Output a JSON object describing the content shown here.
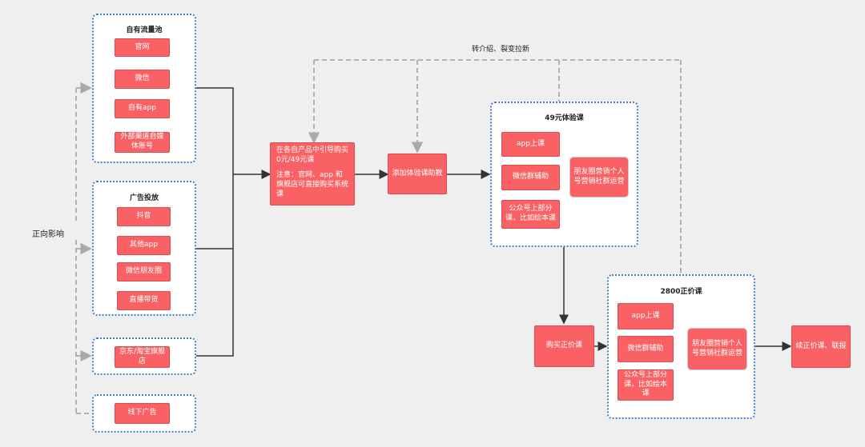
{
  "groups": {
    "own_traffic": {
      "title": "自有流量池",
      "items": [
        "官网",
        "微信",
        "自有app",
        "外部渠道自媒体账号"
      ]
    },
    "ads": {
      "title": "广告投放",
      "items": [
        "抖音",
        "其他app",
        "微信朋友圈",
        "直播带货"
      ]
    },
    "jd": {
      "items": [
        "京东/淘宝旗舰店"
      ]
    },
    "offline": {
      "items": [
        "线下广告"
      ]
    },
    "trial": {
      "title": "49元体验课",
      "items": [
        "app上课",
        "微信群辅助",
        "公众号上部分课，比如绘本课"
      ],
      "side": "朋友圈营销个人号营销社群运营"
    },
    "full": {
      "title": "2800正价课",
      "items": [
        "app上课",
        "微信群辅助",
        "公众号上部分课，比如绘本课"
      ],
      "side": "朋友圈营销个人号营销社群运营"
    }
  },
  "nodes": {
    "guide_title": "在各自产品中引导购买0元/49元课",
    "guide_note": "注意：官网、app 和旗舰店可直接购买系统课",
    "add_assistant": "添加体验课助教",
    "buy": "购买正价课",
    "renew": "续正价课、联报"
  },
  "labels": {
    "positive": "正向影响",
    "referral": "转介绍、裂变拉新"
  },
  "colors": {
    "node_fill": "#f96165",
    "group_border": "#3f7fd0",
    "solid_arrow": "#333333",
    "dashed_arrow": "#a9a9a9"
  }
}
